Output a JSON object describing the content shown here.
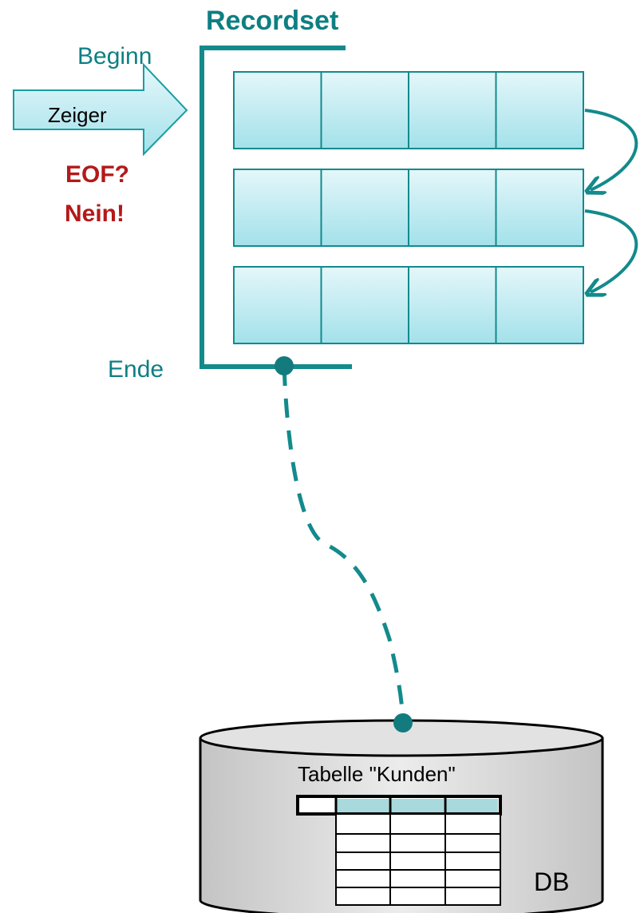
{
  "title": "Recordset",
  "labels": {
    "begin": "Beginn",
    "end": "Ende",
    "pointer": "Zeiger",
    "eof_question": "EOF?",
    "eof_answer": "Nein!"
  },
  "database": {
    "table_label": "Tabelle \"Kunden\"",
    "db_label": "DB"
  },
  "recordset": {
    "rows": 3,
    "columns": 4
  },
  "colors": {
    "teal": "#138a8c",
    "teal_text": "#0e7f82",
    "cell_fill_top": "#dff5f9",
    "cell_fill_bottom": "#a8e3ec",
    "red": "#b41919",
    "cylinder_fill": "#dcdcdc",
    "header_cell": "#a8dadd"
  }
}
